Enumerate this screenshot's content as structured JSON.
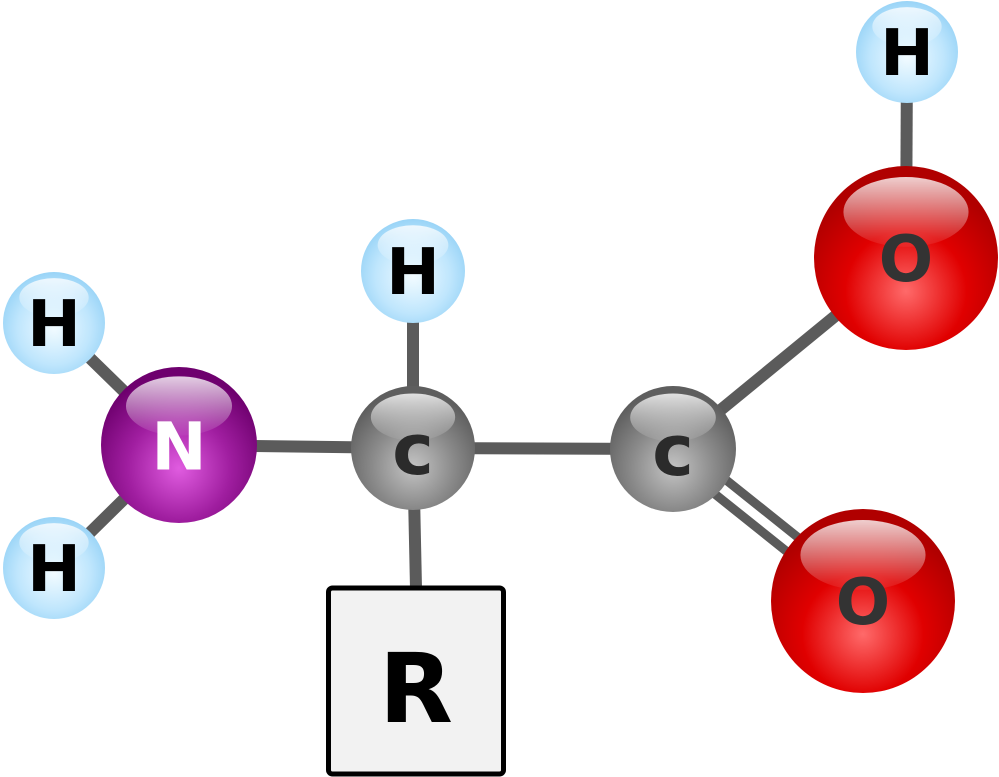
{
  "colors": {
    "background": "#ffffff",
    "bond": "#5b5b5b",
    "hydrogen": "#a9dcfb",
    "nitrogen": "#8b008b",
    "carbon": "#808080",
    "oxygen": "#d90000",
    "r_group_fill": "#f2f2f2",
    "r_group_stroke": "#000000"
  },
  "atoms": {
    "h_n_top": {
      "element": "H",
      "label": "H",
      "color_key": "hydrogen",
      "label_color": "#000000"
    },
    "h_n_bottom": {
      "element": "H",
      "label": "H",
      "color_key": "hydrogen",
      "label_color": "#000000"
    },
    "n": {
      "element": "N",
      "label": "N",
      "color_key": "nitrogen",
      "label_color": "#ffffff"
    },
    "c_alpha": {
      "element": "C",
      "label": "c",
      "color_key": "carbon",
      "label_color": "#2b2b2b"
    },
    "h_alpha": {
      "element": "H",
      "label": "H",
      "color_key": "hydrogen",
      "label_color": "#000000"
    },
    "c_carboxyl": {
      "element": "C",
      "label": "c",
      "color_key": "carbon",
      "label_color": "#2b2b2b"
    },
    "o_hydroxyl": {
      "element": "O",
      "label": "O",
      "color_key": "oxygen",
      "label_color": "#333333"
    },
    "h_hydroxyl": {
      "element": "H",
      "label": "H",
      "color_key": "hydrogen",
      "label_color": "#000000"
    },
    "o_carbonyl": {
      "element": "O",
      "label": "O",
      "color_key": "oxygen",
      "label_color": "#333333"
    }
  },
  "r_group": {
    "label": "R"
  },
  "bonds": [
    {
      "from": "h_n_top",
      "to": "n",
      "order": 1
    },
    {
      "from": "h_n_bottom",
      "to": "n",
      "order": 1
    },
    {
      "from": "n",
      "to": "c_alpha",
      "order": 1
    },
    {
      "from": "c_alpha",
      "to": "h_alpha",
      "order": 1
    },
    {
      "from": "c_alpha",
      "to": "r_group",
      "order": 1
    },
    {
      "from": "c_alpha",
      "to": "c_carboxyl",
      "order": 1
    },
    {
      "from": "c_carboxyl",
      "to": "o_hydroxyl",
      "order": 1
    },
    {
      "from": "o_hydroxyl",
      "to": "h_hydroxyl",
      "order": 1
    },
    {
      "from": "c_carboxyl",
      "to": "o_carbonyl",
      "order": 2
    }
  ]
}
